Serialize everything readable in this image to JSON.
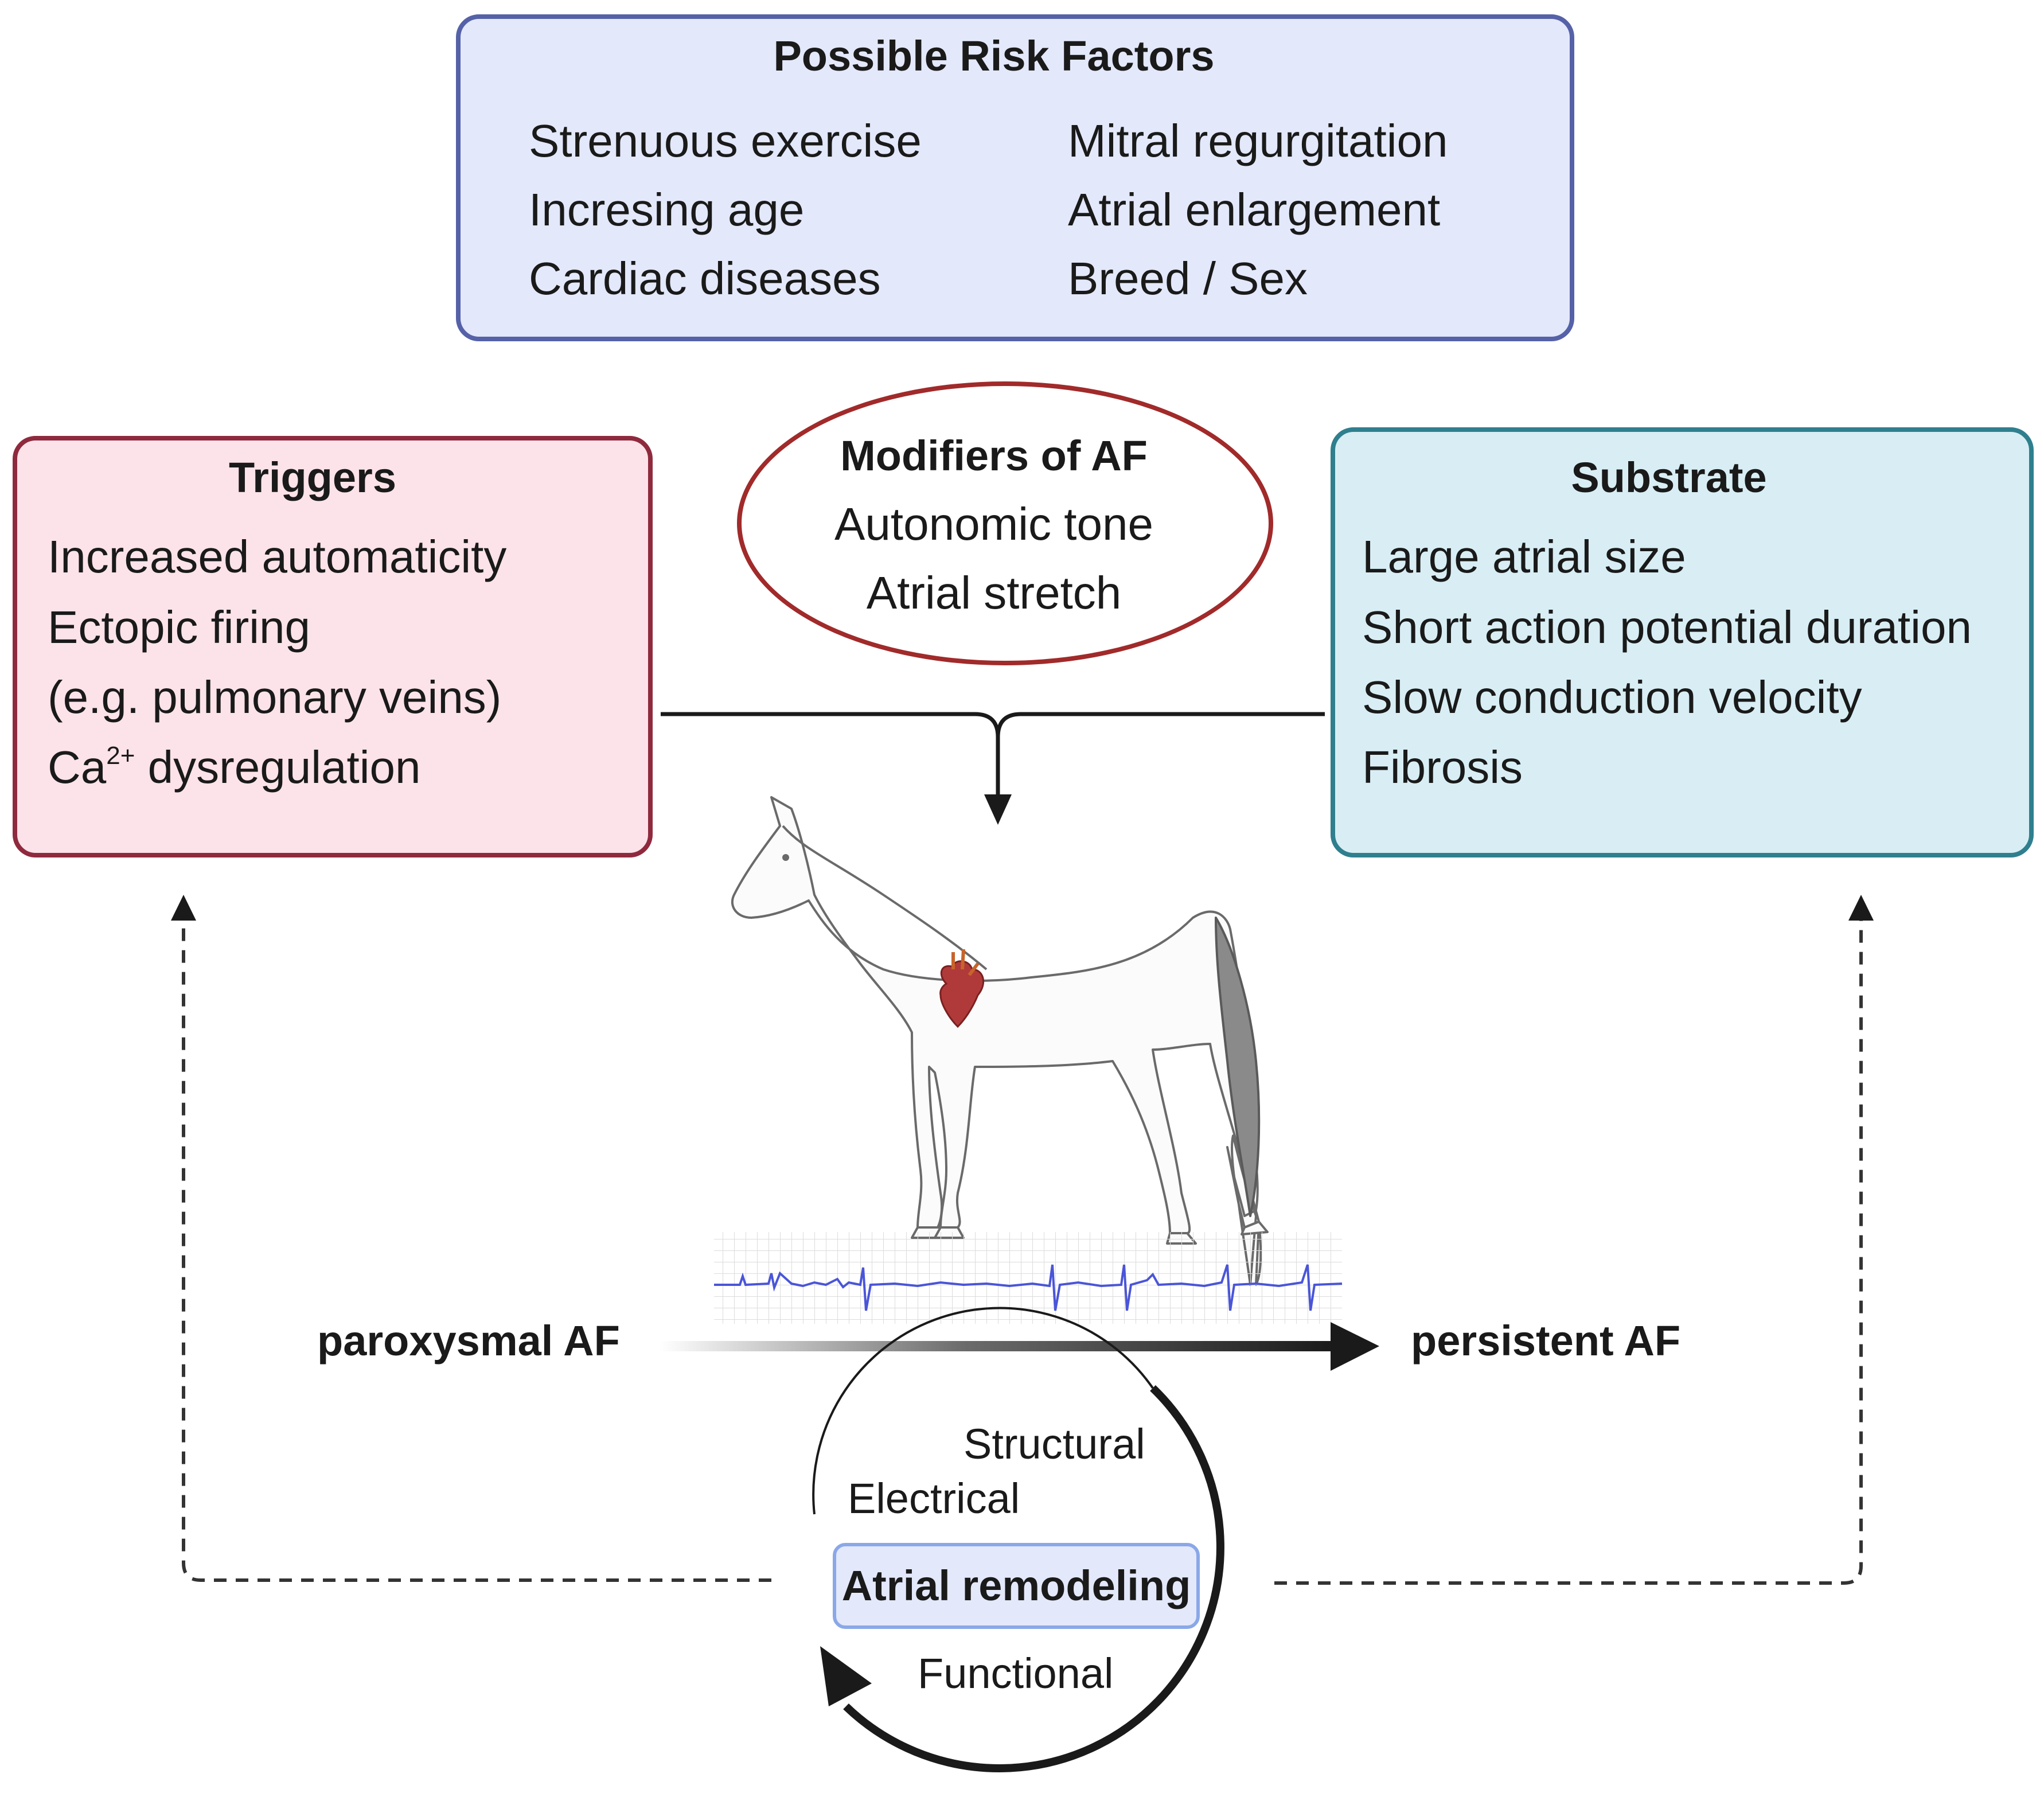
{
  "risk_factors": {
    "title": "Possible Risk Factors",
    "left": [
      "Strenuous exercise",
      "Incresing age",
      "Cardiac diseases"
    ],
    "right": [
      "Mitral regurgitation",
      "Atrial enlargement",
      "Breed / Sex"
    ]
  },
  "triggers": {
    "title": "Triggers",
    "items": [
      "Increased automaticity",
      "Ectopic firing",
      "(e.g. pulmonary veins)"
    ],
    "ca_prefix": "Ca",
    "ca_sup": "2+",
    "ca_suffix": " dysregulation"
  },
  "modifiers": {
    "title": "Modifiers of AF",
    "items": [
      "Autonomic tone",
      "Atrial stretch"
    ]
  },
  "substrate": {
    "title": "Substrate",
    "items": [
      "Large atrial size",
      "Short action potential duration",
      "Slow conduction velocity",
      "Fibrosis"
    ]
  },
  "progression": {
    "start_label": "paroxysmal AF",
    "end_label": "persistent AF"
  },
  "remodeling": {
    "center_label": "Atrial remodeling",
    "structural": "Structural",
    "electrical": "Electrical",
    "functional": "Functional"
  },
  "colors": {
    "risk_fill": "#e3e8fa",
    "risk_border": "#5562a8",
    "trigger_fill": "#fbe3e9",
    "trigger_border": "#8f2a3e",
    "substrate_fill": "#d8eef4",
    "substrate_border": "#2f7f8e",
    "modifier_border": "#a12a2a",
    "heart": "#b03a3a",
    "ecg": "#4a55d8"
  },
  "icons": [
    "horse-icon",
    "heart-icon",
    "ecg-strip-icon",
    "cycle-arrow-icon"
  ]
}
